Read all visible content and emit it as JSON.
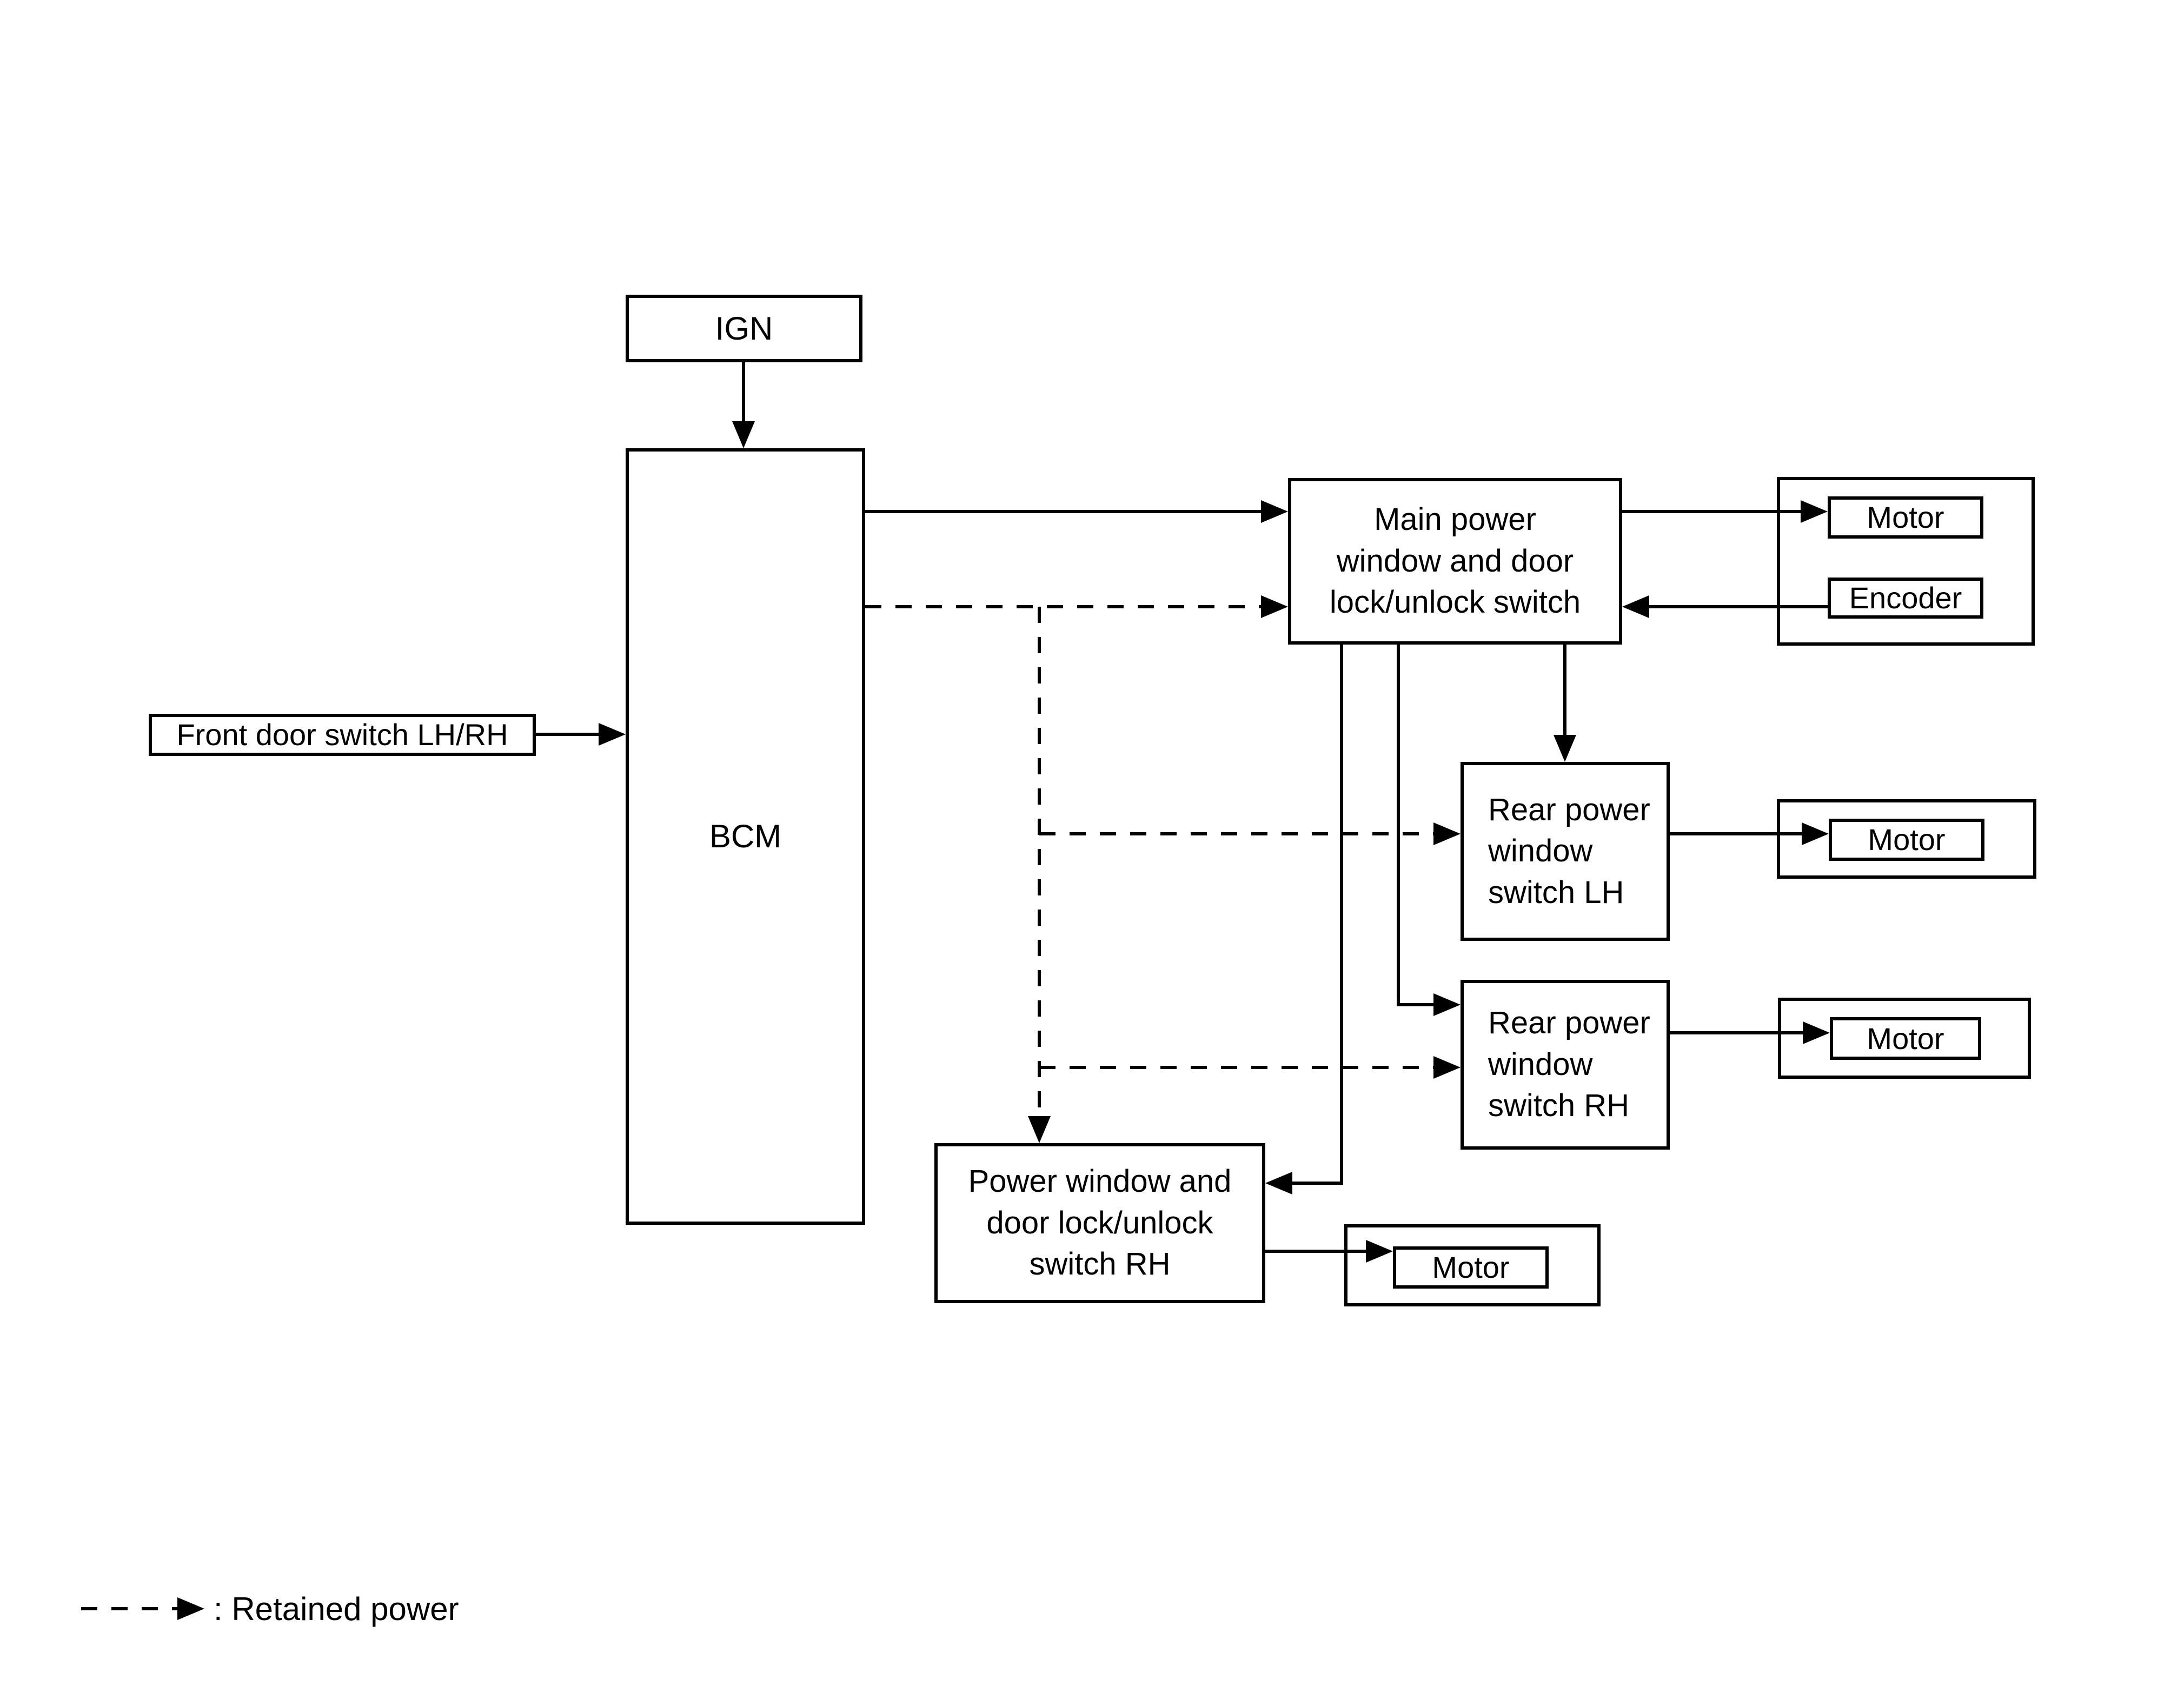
{
  "diagram": {
    "background_color": "#ffffff",
    "line_color": "#000000",
    "nodes": {
      "ign": {
        "label": "IGN"
      },
      "bcm": {
        "label": "BCM"
      },
      "front_door_switch": {
        "label": "Front door switch LH/RH"
      },
      "main_switch": {
        "label": [
          "Main power",
          "window and door",
          "lock/unlock switch"
        ]
      },
      "motor_main": {
        "label": "Motor"
      },
      "encoder": {
        "label": "Encoder"
      },
      "rear_switch_lh": {
        "label": [
          "Rear power",
          "window",
          "switch LH"
        ]
      },
      "motor_rear_lh": {
        "label": "Motor"
      },
      "rear_switch_rh": {
        "label": [
          "Rear power",
          "window",
          "switch RH"
        ]
      },
      "motor_rear_rh": {
        "label": "Motor"
      },
      "front_switch_rh": {
        "label": [
          "Power window and",
          "door lock/unlock",
          "switch RH"
        ]
      },
      "motor_front_rh": {
        "label": "Motor"
      }
    },
    "edges": [
      {
        "from": "IGN",
        "to": "BCM",
        "style": "solid"
      },
      {
        "from": "Front door switch LH/RH",
        "to": "BCM",
        "style": "solid"
      },
      {
        "from": "BCM",
        "to": "Main power window and door lock/unlock switch",
        "style": "solid"
      },
      {
        "from": "BCM",
        "to": "Main power window and door lock/unlock switch",
        "style": "dashed"
      },
      {
        "from": "BCM",
        "to": "Rear power window switch LH",
        "style": "dashed"
      },
      {
        "from": "BCM",
        "to": "Rear power window switch RH",
        "style": "dashed"
      },
      {
        "from": "BCM",
        "to": "Power window and door lock/unlock switch RH",
        "style": "dashed"
      },
      {
        "from": "Main power window and door lock/unlock switch",
        "to": "Motor",
        "style": "solid"
      },
      {
        "from": "Encoder",
        "to": "Main power window and door lock/unlock switch",
        "style": "solid"
      },
      {
        "from": "Main power window and door lock/unlock switch",
        "to": "Rear power window switch LH",
        "style": "solid"
      },
      {
        "from": "Main power window and door lock/unlock switch",
        "to": "Rear power window switch RH",
        "style": "solid"
      },
      {
        "from": "Main power window and door lock/unlock switch",
        "to": "Power window and door lock/unlock switch RH",
        "style": "solid"
      },
      {
        "from": "Rear power window switch LH",
        "to": "Motor",
        "style": "solid"
      },
      {
        "from": "Rear power window switch RH",
        "to": "Motor",
        "style": "solid"
      },
      {
        "from": "Power window and door lock/unlock switch RH",
        "to": "Motor",
        "style": "solid"
      }
    ],
    "legend": {
      "label": ": Retained power",
      "line_style": "dashed-arrow"
    }
  }
}
